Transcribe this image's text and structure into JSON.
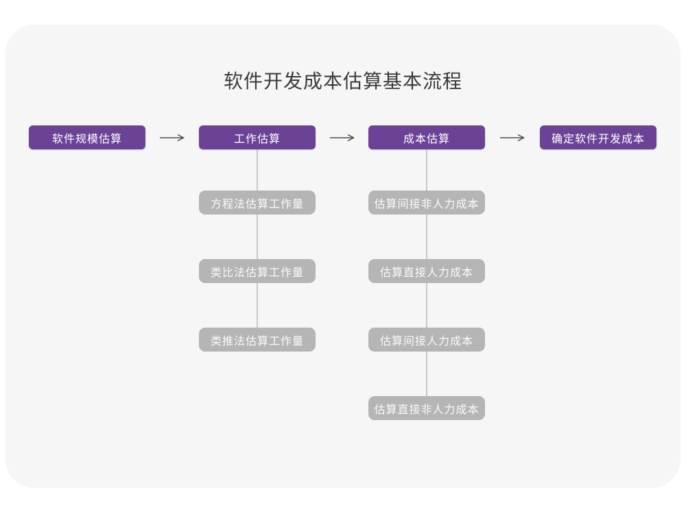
{
  "title": "软件开发成本估算基本流程",
  "colors": {
    "canvas_bg": "#FFFFFF",
    "card_bg": "#F6F6F6",
    "title_text": "#3A3A3A",
    "stage_bg": "#6B4296",
    "stage_text": "#FFFFFF",
    "substep_bg": "#B5B5B5",
    "substep_text": "#FAFAFA",
    "arrow": "#4D4D4D",
    "connector": "#C9C9C9"
  },
  "flow": {
    "stages": [
      {
        "label": "软件规模估算",
        "substeps": []
      },
      {
        "label": "工作估算",
        "substeps": [
          "方程法估算工作量",
          "类比法估算工作量",
          "类推法估算工作量"
        ]
      },
      {
        "label": "成本估算",
        "substeps": [
          "估算间接非人力成本",
          "估算直接人力成本",
          "估算间接人力成本",
          "估算直接非人力成本"
        ]
      },
      {
        "label": "确定软件开发成本",
        "substeps": []
      }
    ]
  }
}
